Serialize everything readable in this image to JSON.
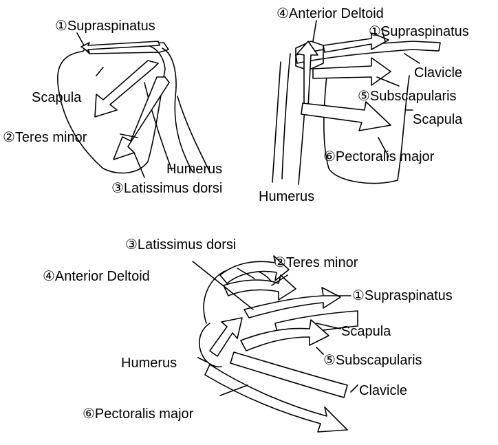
{
  "panels": {
    "posterior": {
      "supraspinatus": "①Supraspinatus",
      "scapula": "Scapula",
      "teres_minor": "②Teres minor",
      "humerus": "Humerus",
      "latissimus_dorsi": "③Latissimus dorsi"
    },
    "anterior": {
      "anterior_deltoid": "④Anterior Deltoid",
      "supraspinatus": "①Supraspinatus",
      "clavicle": "Clavicle",
      "subscapularis": "⑤Subscapularis",
      "scapula": "Scapula",
      "pectoralis_major": "⑥Pectoralis major",
      "humerus": "Humerus"
    },
    "superior": {
      "latissimus_dorsi": "③Latissimus dorsi",
      "teres_minor": "②Teres minor",
      "anterior_deltoid": "④Anterior Deltoid",
      "supraspinatus": "①Supraspinatus",
      "scapula": "Scapula",
      "humerus": "Humerus",
      "subscapularis": "⑤Subscapularis",
      "clavicle": "Clavicle",
      "pectoralis_major": "⑥Pectoralis major"
    }
  }
}
